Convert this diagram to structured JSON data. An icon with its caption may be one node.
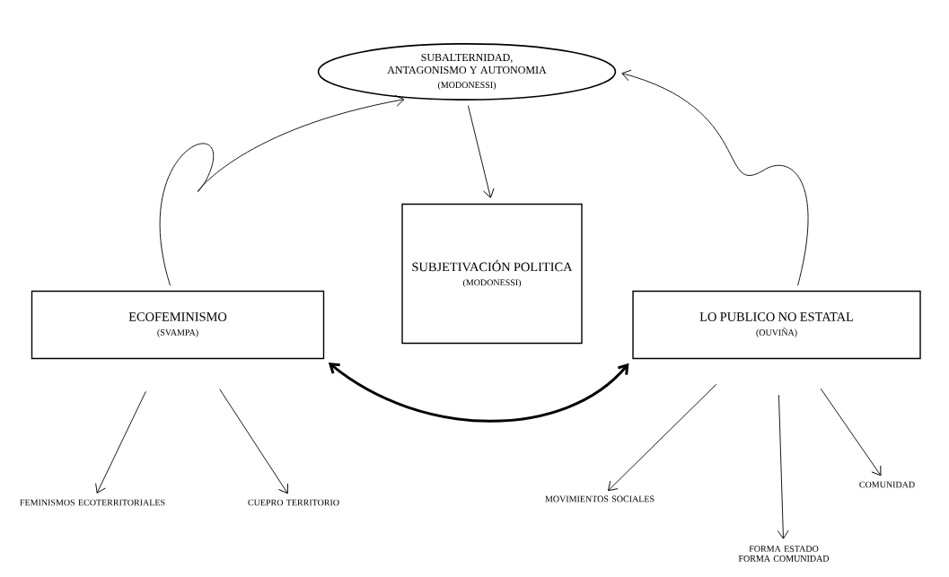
{
  "diagram": {
    "nodes": [
      {
        "text": [
          "SUBALTERNIDAD, ANTAGONISMO Y AUTONOMIA",
          "(MODONESSI)"
        ]
      },
      {
        "text": [
          "SUBJETIVACIÓN POLITICA",
          "(MODONESSI)"
        ]
      },
      {
        "text": [
          "ECOFEMINISMO",
          "(SVAMPA)"
        ]
      },
      {
        "text": [
          "LO PUBLICO NO ESTATAL",
          "(OUVIÑA)"
        ]
      },
      {
        "text": [
          "FEMINISMOS ECOTERRITORIALES"
        ]
      },
      {
        "text": [
          "CUEPRO TERRITORIO"
        ]
      },
      {
        "text": [
          "MOVIMIENTOS SOCIALES"
        ]
      },
      {
        "text": [
          "FORMA ESTADO FORMA COMUNIDAD"
        ]
      },
      {
        "text": [
          "COMUNIDAD"
        ]
      }
    ],
    "edges": [
      {
        "from": 0,
        "to": 1,
        "arrow": "to"
      },
      {
        "from": 2,
        "to": 0,
        "arrow": "to"
      },
      {
        "from": 3,
        "to": 0,
        "arrow": "to"
      },
      {
        "from": 2,
        "to": 3,
        "arrow": "both",
        "style": "thick"
      },
      {
        "from": 2,
        "to": 4,
        "arrow": "to"
      },
      {
        "from": 2,
        "to": 5,
        "arrow": "to"
      },
      {
        "from": 3,
        "to": 6,
        "arrow": "to"
      },
      {
        "from": 3,
        "to": 7,
        "arrow": "to"
      },
      {
        "from": 3,
        "to": 8,
        "arrow": "to"
      }
    ]
  }
}
